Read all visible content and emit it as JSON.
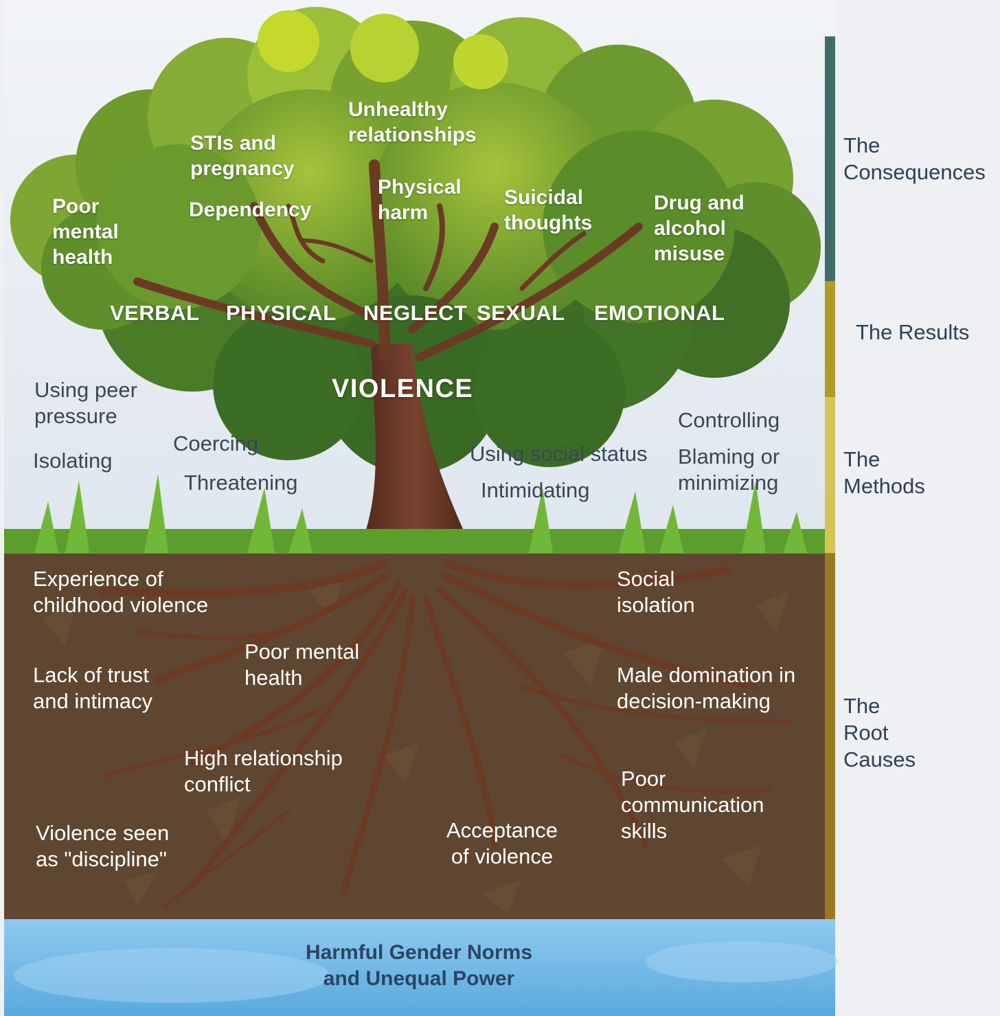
{
  "consequences": {
    "poor_mental_health": "Poor\nmental\nhealth",
    "stis": "STIs and\npregnancy",
    "dependency": "Dependency",
    "unhealthy": "Unhealthy\nrelationships",
    "physical_harm": "Physical\nharm",
    "suicidal": "Suicidal\nthoughts",
    "drug": "Drug and\nalcohol\nmisuse"
  },
  "results": {
    "verbal": "VERBAL",
    "physical": "PHYSICAL",
    "neglect": "NEGLECT",
    "sexual": "SEXUAL",
    "emotional": "EMOTIONAL"
  },
  "violence": "VIOLENCE",
  "methods": {
    "peer": "Using peer\npressure",
    "isolating": "Isolating",
    "coercing": "Coercing",
    "threatening": "Threatening",
    "social_status": "Using social status",
    "intimidating": "Intimidating",
    "controlling": "Controlling",
    "blaming": "Blaming or\nminimizing"
  },
  "root_causes": {
    "childhood": "Experience of\nchildhood violence",
    "trust": "Lack of trust\nand intimacy",
    "mental": "Poor mental\nhealth",
    "conflict": "High relationship\nconflict",
    "discipline": "Violence seen\nas \"discipline\"",
    "acceptance": "Acceptance\nof violence",
    "social_isolation": "Social\nisolation",
    "male_domination": "Male domination in\ndecision-making",
    "communication": "Poor\ncommunication\nskills"
  },
  "foundation": "Harmful Gender Norms\nand Unequal Power",
  "side_labels": {
    "consequences": "The\nConsequences",
    "results": "The Results",
    "methods": "The\nMethods",
    "root_causes": "The\nRoot\nCauses"
  },
  "colors": {
    "consequences_bar": "#3f6b68",
    "results_bar": "#b09a2a",
    "methods_bar": "#d6c45a",
    "root_causes_bar": "#9a7a25",
    "soil": "#5e4630",
    "water": "#6cb4e0",
    "foliage": "#5e8f2a",
    "trunk": "#6b3a24"
  }
}
